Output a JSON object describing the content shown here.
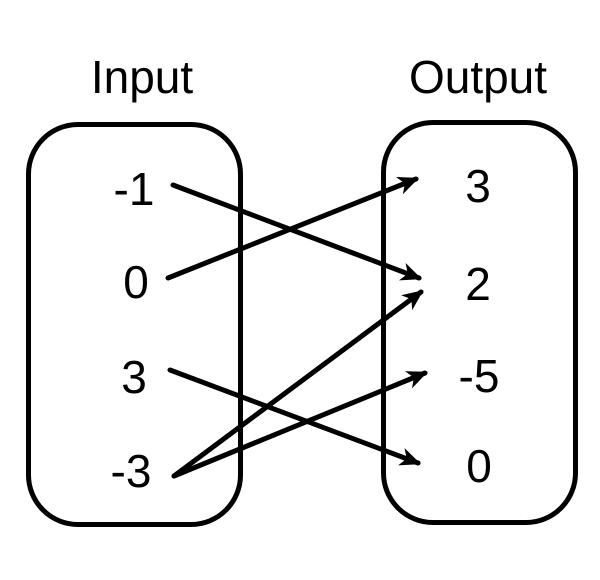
{
  "diagram": {
    "input_label": "Input",
    "output_label": "Output",
    "inputs": [
      "-1",
      "0",
      "3",
      "-3"
    ],
    "outputs": [
      "3",
      "2",
      "-5",
      "0"
    ],
    "mappings": [
      {
        "from": "-1",
        "to": "2"
      },
      {
        "from": "0",
        "to": "3"
      },
      {
        "from": "3",
        "to": "0"
      },
      {
        "from": "-3",
        "to": "2"
      },
      {
        "from": "-3",
        "to": "-5"
      }
    ],
    "colors": {
      "ink": "#000000",
      "background": "#ffffff"
    }
  }
}
